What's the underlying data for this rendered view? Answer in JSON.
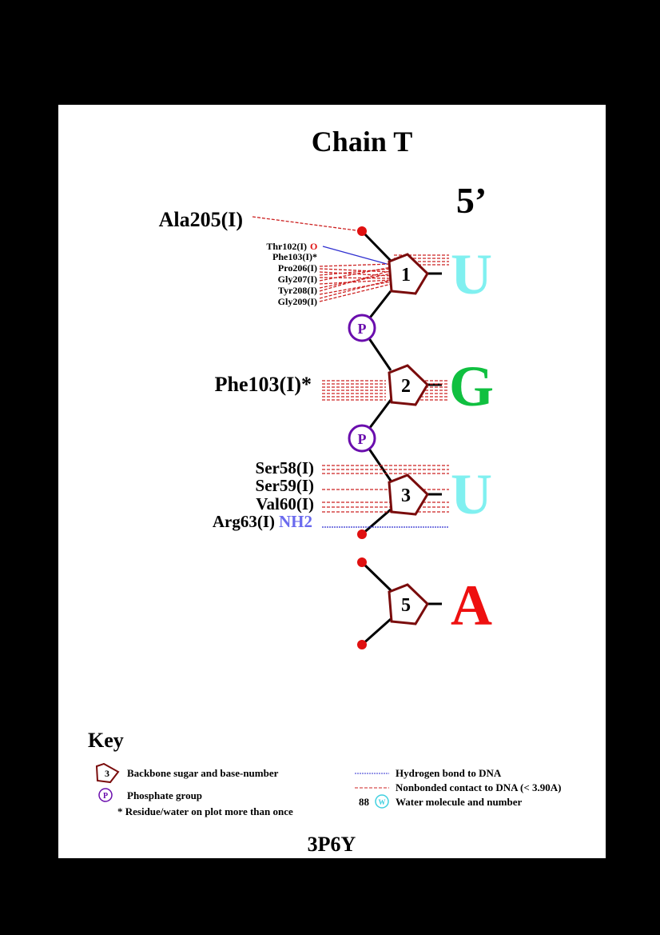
{
  "title": "Chain T",
  "strand_end": "5’",
  "pdb_id": "3P6Y",
  "colors": {
    "sugar": "#7a0c0c",
    "phosphate": "#6a0dad",
    "terminal": "#e01010",
    "nonbonded": "#cc2020",
    "hbond": "#3030d0",
    "nh2": "#6a6aee",
    "oxygen": "#e01010",
    "base_U": "#80f0f0",
    "base_G": "#10c040",
    "base_A": "#ee1010"
  },
  "nucleotides": [
    {
      "number": "1",
      "base": "U",
      "phosphate_after": "P"
    },
    {
      "number": "2",
      "base": "G",
      "phosphate_after": "P"
    },
    {
      "number": "3",
      "base": "U"
    },
    {
      "number": "5",
      "base": "A"
    }
  ],
  "contacts": {
    "nuc1_far": {
      "residue": "Ala205(I)"
    },
    "nuc1_small": [
      {
        "residue": "Thr102(I)",
        "atom": "O"
      },
      {
        "residue": "Phe103(I)*"
      },
      {
        "residue": "Pro206(I)"
      },
      {
        "residue": "Gly207(I)"
      },
      {
        "residue": "Tyr208(I)"
      },
      {
        "residue": "Gly209(I)"
      }
    ],
    "nuc2": {
      "residue": "Phe103(I)*"
    },
    "nuc3": [
      {
        "residue": "Ser58(I)"
      },
      {
        "residue": "Ser59(I)"
      },
      {
        "residue": "Val60(I)"
      },
      {
        "residue": "Arg63(I)",
        "atom": "NH2"
      }
    ]
  },
  "key": {
    "heading": "Key",
    "sugar_symbol": "3",
    "sugar_label": "Backbone sugar and base-number",
    "phosphate_symbol": "P",
    "phosphate_label": "Phosphate group",
    "repeat_label": "* Residue/water on plot more than once",
    "hbond_label": "Hydrogen bond to DNA",
    "nonbonded_label": "Nonbonded contact to DNA (< 3.90A)",
    "water_number": "88",
    "water_symbol": "W",
    "water_label": "Water molecule and number"
  }
}
